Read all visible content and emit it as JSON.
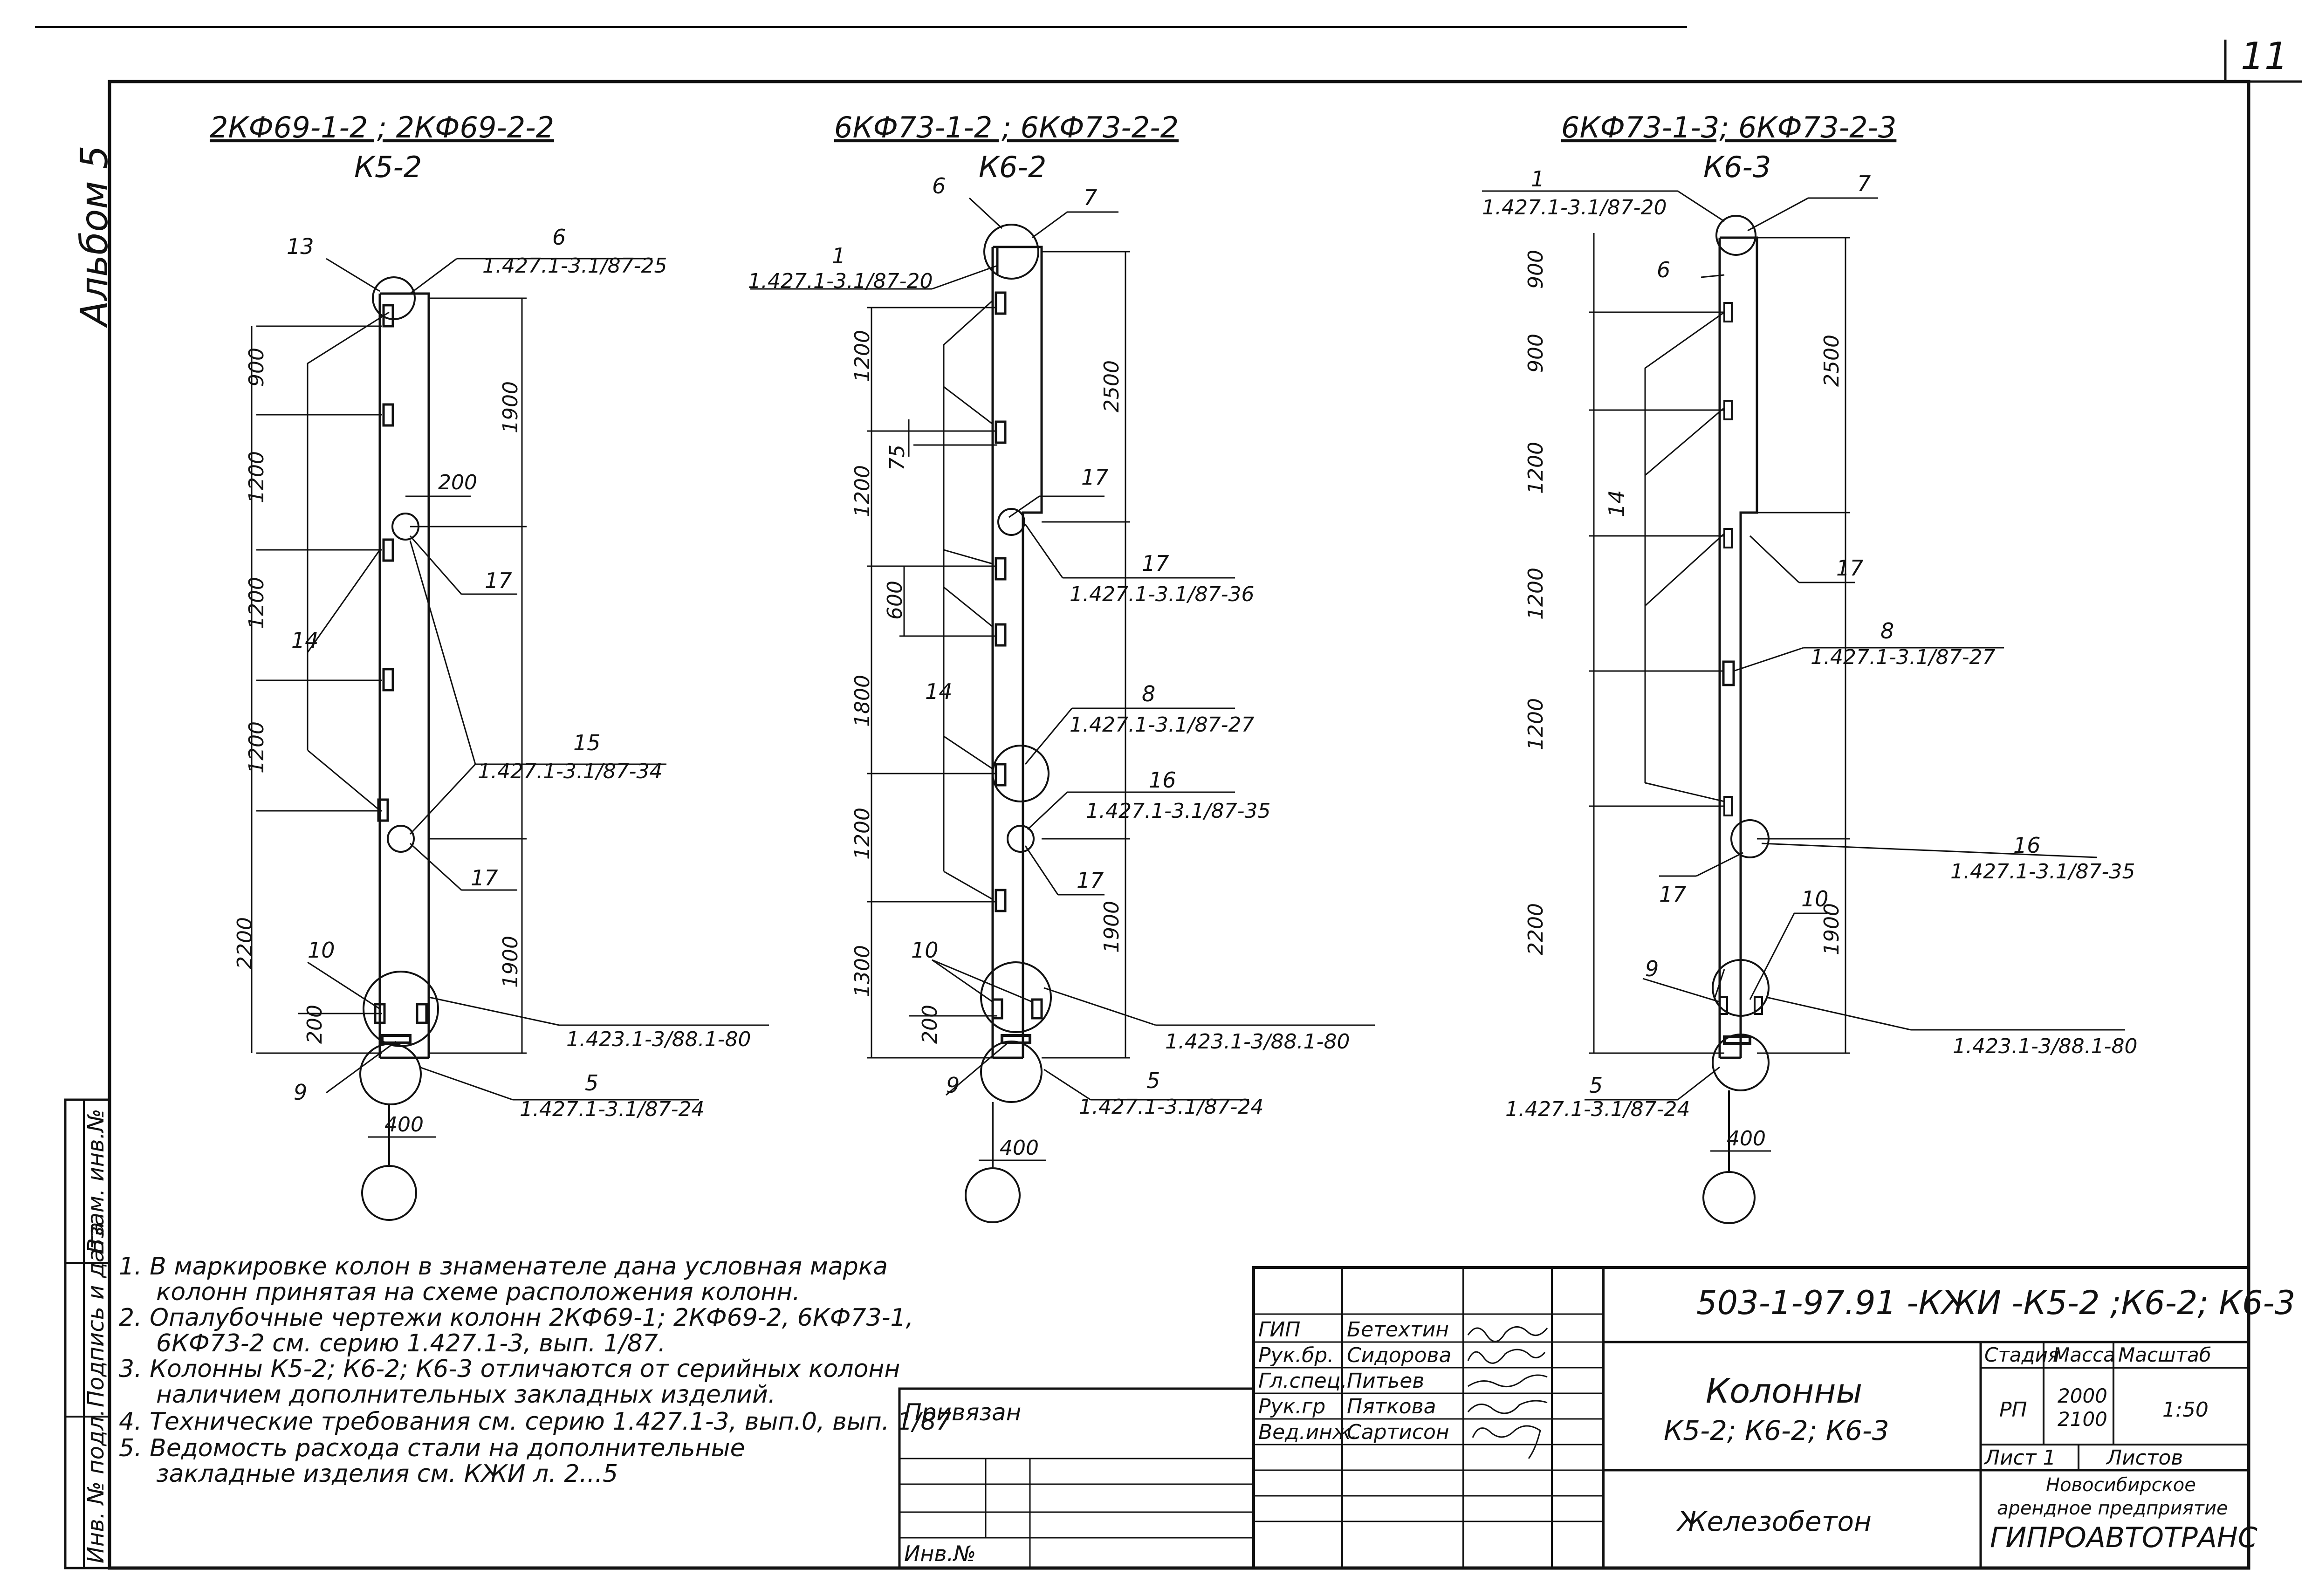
{
  "sheet": {
    "page_number": "11",
    "album_label": "Альбом 5"
  },
  "columns": [
    {
      "marking": "2КФ69-1-2 ; 2КФ69-2-2",
      "type": "К5-2",
      "dims_left": [
        "900",
        "1200",
        "1200",
        "1200",
        "2200",
        "200"
      ],
      "dims_right": [
        "1900",
        "1900"
      ],
      "dims_h": [
        "200",
        "400"
      ],
      "callouts": [
        {
          "num": "13",
          "ref": ""
        },
        {
          "num": "6",
          "ref": "1.427.1-3.1/87-25"
        },
        {
          "num": "17",
          "ref": ""
        },
        {
          "num": "14",
          "ref": ""
        },
        {
          "num": "15",
          "ref": "1.427.1-3.1/87-34"
        },
        {
          "num": "17",
          "ref": ""
        },
        {
          "num": "10",
          "ref": ""
        },
        {
          "num": "",
          "ref": "1.423.1-3/88.1-80"
        },
        {
          "num": "9",
          "ref": ""
        },
        {
          "num": "5",
          "ref": "1.427.1-3.1/87-24"
        }
      ]
    },
    {
      "marking": "6КФ73-1-2 ; 6КФ73-2-2",
      "type": "К6-2",
      "dims_left": [
        "1200",
        "75",
        "1200",
        "600",
        "1800",
        "1200",
        "1300",
        "200"
      ],
      "dims_right": [
        "2500",
        "1900"
      ],
      "dims_h": [
        "400"
      ],
      "callouts": [
        {
          "num": "6",
          "ref": ""
        },
        {
          "num": "7",
          "ref": ""
        },
        {
          "num": "1",
          "ref": "1.427.1-3.1/87-20"
        },
        {
          "num": "17",
          "ref": ""
        },
        {
          "num": "17",
          "ref": "1.427.1-3.1/87-36"
        },
        {
          "num": "8",
          "ref": "1.427.1-3.1/87-27"
        },
        {
          "num": "14",
          "ref": ""
        },
        {
          "num": "16",
          "ref": "1.427.1-3.1/87-35"
        },
        {
          "num": "17",
          "ref": ""
        },
        {
          "num": "10",
          "ref": ""
        },
        {
          "num": "",
          "ref": "1.423.1-3/88.1-80"
        },
        {
          "num": "9",
          "ref": ""
        },
        {
          "num": "5",
          "ref": "1.427.1-3.1/87-24"
        }
      ]
    },
    {
      "marking": "6КФ73-1-3; 6КФ73-2-3",
      "type": "К6-3",
      "dims_left": [
        "900",
        "900",
        "1200",
        "1200",
        "1200",
        "2200"
      ],
      "dims_right": [
        "2500",
        "1900"
      ],
      "dims_h": [
        "400"
      ],
      "callouts": [
        {
          "num": "1",
          "ref": "1.427.1-3.1/87-20"
        },
        {
          "num": "7",
          "ref": ""
        },
        {
          "num": "6",
          "ref": ""
        },
        {
          "num": "14",
          "ref": ""
        },
        {
          "num": "17",
          "ref": ""
        },
        {
          "num": "8",
          "ref": "1.427.1-3.1/87-27"
        },
        {
          "num": "16",
          "ref": "1.427.1-3.1/87-35"
        },
        {
          "num": "17",
          "ref": ""
        },
        {
          "num": "10",
          "ref": ""
        },
        {
          "num": "9",
          "ref": ""
        },
        {
          "num": "",
          "ref": "1.423.1-3/88.1-80"
        },
        {
          "num": "5",
          "ref": "1.427.1-3.1/87-24"
        }
      ]
    }
  ],
  "notes": [
    "1. В маркировке колон в знаменателе дана условная марка",
    "колонн принятая на схеме расположения колонн.",
    "2. Опалубочные чертежи колонн 2КФ69-1; 2КФ69-2, 6КФ73-1,",
    "6КФ73-2 см. серию 1.427.1-3, вып. 1/87.",
    "3. Колонны К5-2; К6-2; К6-3 отличаются от серийных колонн",
    "наличием дополнительных закладных изделий.",
    "4. Технические требования см. серию 1.427.1-3, вып.0, вып. 1/87",
    "5. Ведомость расхода стали на дополнительные",
    "закладные изделия см. КЖИ л. 2...5"
  ],
  "title_block": {
    "document_code": "503-1-97.91 -КЖИ -К5-2 ;К6-2; К6-3",
    "privyazan_label": "Привязан",
    "inv_label": "Инв.№",
    "roles": [
      {
        "role": "ГИП",
        "name": "Бетехтин"
      },
      {
        "role": "Рук.бр.",
        "name": "Сидорова"
      },
      {
        "role": "Гл.спец.",
        "name": "Питьев"
      },
      {
        "role": "Рук.гр",
        "name": "Пяткова"
      },
      {
        "role": "Вед.инж.",
        "name": "Сартисон"
      }
    ],
    "title": "Колонны",
    "subtitle": "К5-2; К6-2; К6-3",
    "material": "Железобетон",
    "stage_header": "Стадия",
    "mass_header": "Масса",
    "scale_header": "Масштаб",
    "stage": "РП",
    "mass_1": "2000",
    "mass_2": "2100",
    "scale": "1:50",
    "sheet_label": "Лист 1",
    "sheets_label": "Листов",
    "org_line1": "Новосибирское",
    "org_line2": "арендное предприятие",
    "org_name": "ГИПРОАВТОТРАНС"
  },
  "left_strip": {
    "inv_podl": "Инв. № подл.",
    "podpis": "Подпись и дата",
    "vzam": "Взам. инв.№"
  }
}
